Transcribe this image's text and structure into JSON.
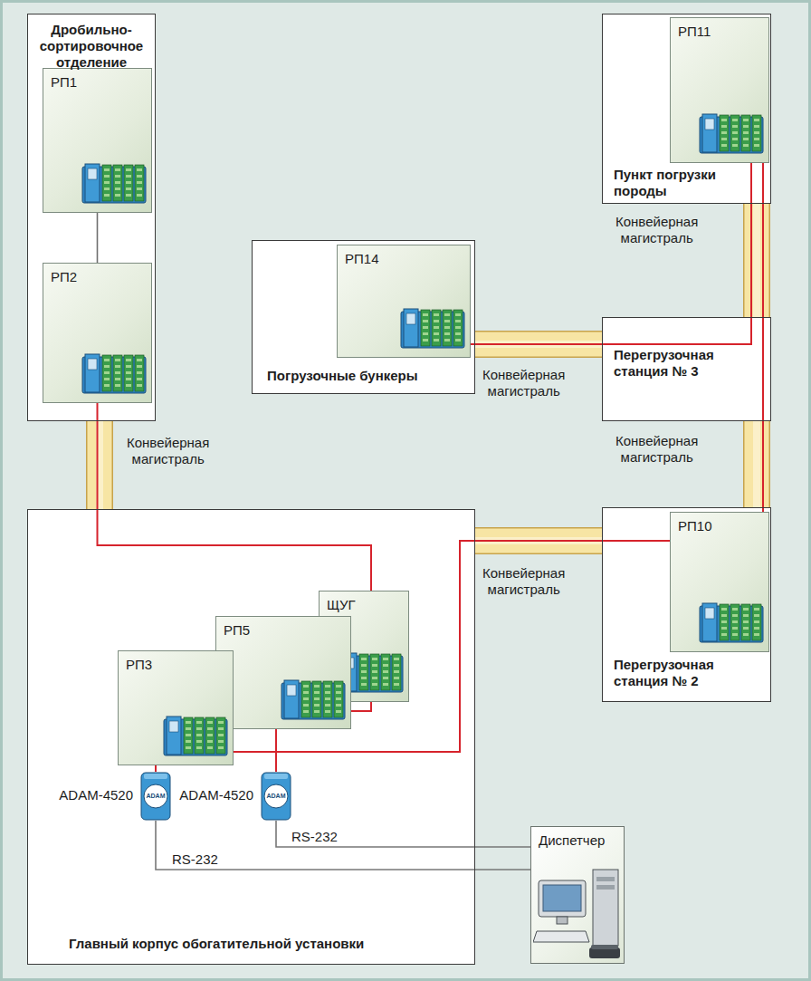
{
  "diagram": {
    "nodes": [
      {
        "text": [
          "Дробильно-сортировочное отделение"
        ]
      },
      {
        "text": [
          "РП1"
        ],
        "in": 0
      },
      {
        "text": [
          "РП2"
        ],
        "in": 0
      },
      {
        "text": [
          "Пункт погрузки породы"
        ]
      },
      {
        "text": [
          "РП11"
        ],
        "in": 3
      },
      {
        "text": [
          "Погрузочные бункеры"
        ]
      },
      {
        "text": [
          "РП14"
        ],
        "in": 5
      },
      {
        "text": [
          "Перегрузочная станция № 3"
        ]
      },
      {
        "text": [
          "Перегрузочная станция № 2"
        ]
      },
      {
        "text": [
          "РП10"
        ],
        "in": 8
      },
      {
        "text": [
          "Главный корпус обогатительной установки"
        ]
      },
      {
        "text": [
          "ЩУГ"
        ],
        "in": 10
      },
      {
        "text": [
          "РП5"
        ],
        "in": 10
      },
      {
        "text": [
          "РП3"
        ],
        "in": 10
      },
      {
        "text": [
          "ADAM-4520"
        ],
        "in": 10
      },
      {
        "text": [
          "ADAM-4520"
        ],
        "in": 10
      },
      {
        "text": [
          "Диспетчер"
        ]
      }
    ],
    "edges": [
      {
        "from": 1,
        "to": 2,
        "arrow": "none"
      },
      {
        "from": 0,
        "to": 10,
        "label": "Конвейерная магистраль",
        "arrow": "none"
      },
      {
        "from": 2,
        "to": 11,
        "arrow": "none"
      },
      {
        "from": 11,
        "to": 12,
        "arrow": "none"
      },
      {
        "from": 13,
        "to": 9,
        "arrow": "none"
      },
      {
        "from": 9,
        "to": 4,
        "arrow": "none"
      },
      {
        "from": 6,
        "to": 4,
        "arrow": "none"
      },
      {
        "from": 5,
        "to": 7,
        "label": "Конвейерная магистраль",
        "arrow": "none"
      },
      {
        "from": 7,
        "to": 3,
        "label": "Конвейерная магистраль",
        "arrow": "none"
      },
      {
        "from": 7,
        "to": 8,
        "label": "Конвейерная магистраль",
        "arrow": "none"
      },
      {
        "from": 10,
        "to": 8,
        "label": "Конвейерная магистраль",
        "arrow": "none"
      },
      {
        "from": 13,
        "to": 14,
        "arrow": "none"
      },
      {
        "from": 12,
        "to": 15,
        "arrow": "none"
      },
      {
        "from": 14,
        "to": 16,
        "label": "RS-232",
        "arrow": "none"
      },
      {
        "from": 15,
        "to": 16,
        "label": "RS-232",
        "arrow": "none"
      }
    ],
    "labels": [
      "ADAM",
      "ADAM"
    ]
  }
}
